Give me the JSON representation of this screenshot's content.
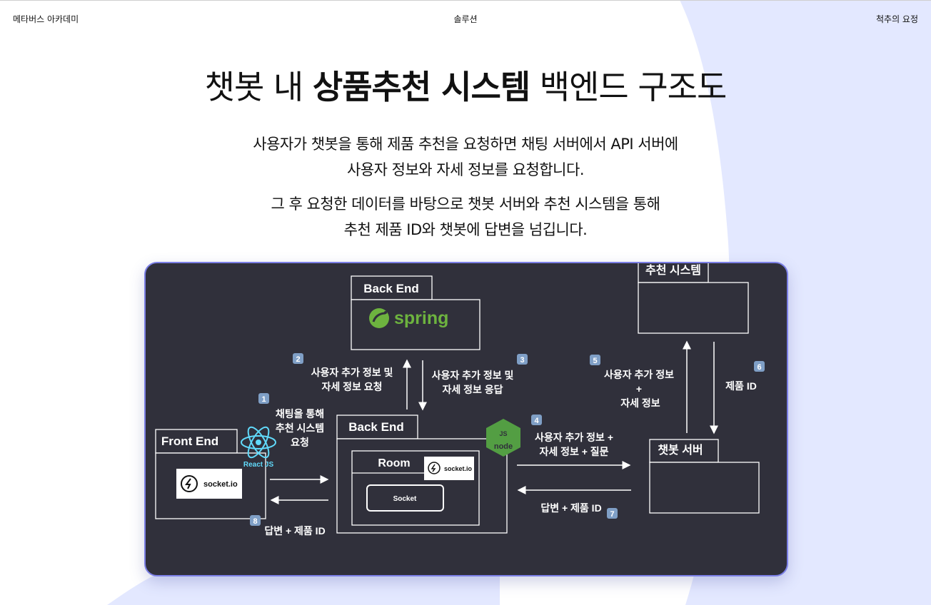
{
  "nav": {
    "left": "메타버스 아카데미",
    "center": "솔루션",
    "right": "척추의 요정"
  },
  "heading": {
    "part1": "챗봇 내 ",
    "bold": "상품추천 시스템",
    "part2": " 백엔드 구조도"
  },
  "description": {
    "p1_line1": "사용자가 챗봇을 통해 제품 추천을 요청하면 채팅 서버에서 API 서버에",
    "p1_line2": "사용자 정보와 자세 정보를 요청합니다.",
    "p2_line1": "그 후 요청한 데이터를 바탕으로 챗봇 서버와 추천 시스템을 통해",
    "p2_line2": "추천 제품 ID와 챗봇에 답변을 넘깁니다."
  },
  "colors": {
    "accent": "#7b7fe6",
    "panel_bg": "#30303b",
    "lavender": "#e3e8ff",
    "spring_green": "#6db33f",
    "node_green": "#539e43",
    "react_blue": "#61dafb",
    "badge_blue": "#7f9fc6"
  },
  "diagram": {
    "boxes": {
      "backend_top": "Back End",
      "spring": "spring",
      "recommend": "추천 시스템",
      "frontend": "Front End",
      "backend_mid": "Back End",
      "room": "Room",
      "socket": "Socket",
      "chatbot": "챗봇 서버",
      "socketio": "socket.io",
      "reactjs": "React JS"
    },
    "steps": [
      {
        "num": "1",
        "label": [
          "채팅을 통해",
          "추천 시스템",
          "요청"
        ]
      },
      {
        "num": "2",
        "label": [
          "사용자 추가 정보 및",
          "자세 정보 요청"
        ]
      },
      {
        "num": "3",
        "label": [
          "사용자 추가 정보 및",
          "자세 정보 응답"
        ]
      },
      {
        "num": "4",
        "label": [
          "사용자 추가 정보 +",
          "자세 정보 + 질문"
        ]
      },
      {
        "num": "5",
        "label": [
          "사용자 추가 정보",
          "+",
          "자세 정보"
        ]
      },
      {
        "num": "6",
        "label": [
          "제품 ID"
        ]
      },
      {
        "num": "7",
        "label": [
          "답변 + 제품 ID"
        ]
      },
      {
        "num": "8",
        "label": [
          "답변 + 제품 ID"
        ]
      }
    ],
    "icons": [
      "spring-logo-icon",
      "react-logo-icon",
      "nodejs-logo-icon",
      "socketio-logo-icon"
    ]
  }
}
